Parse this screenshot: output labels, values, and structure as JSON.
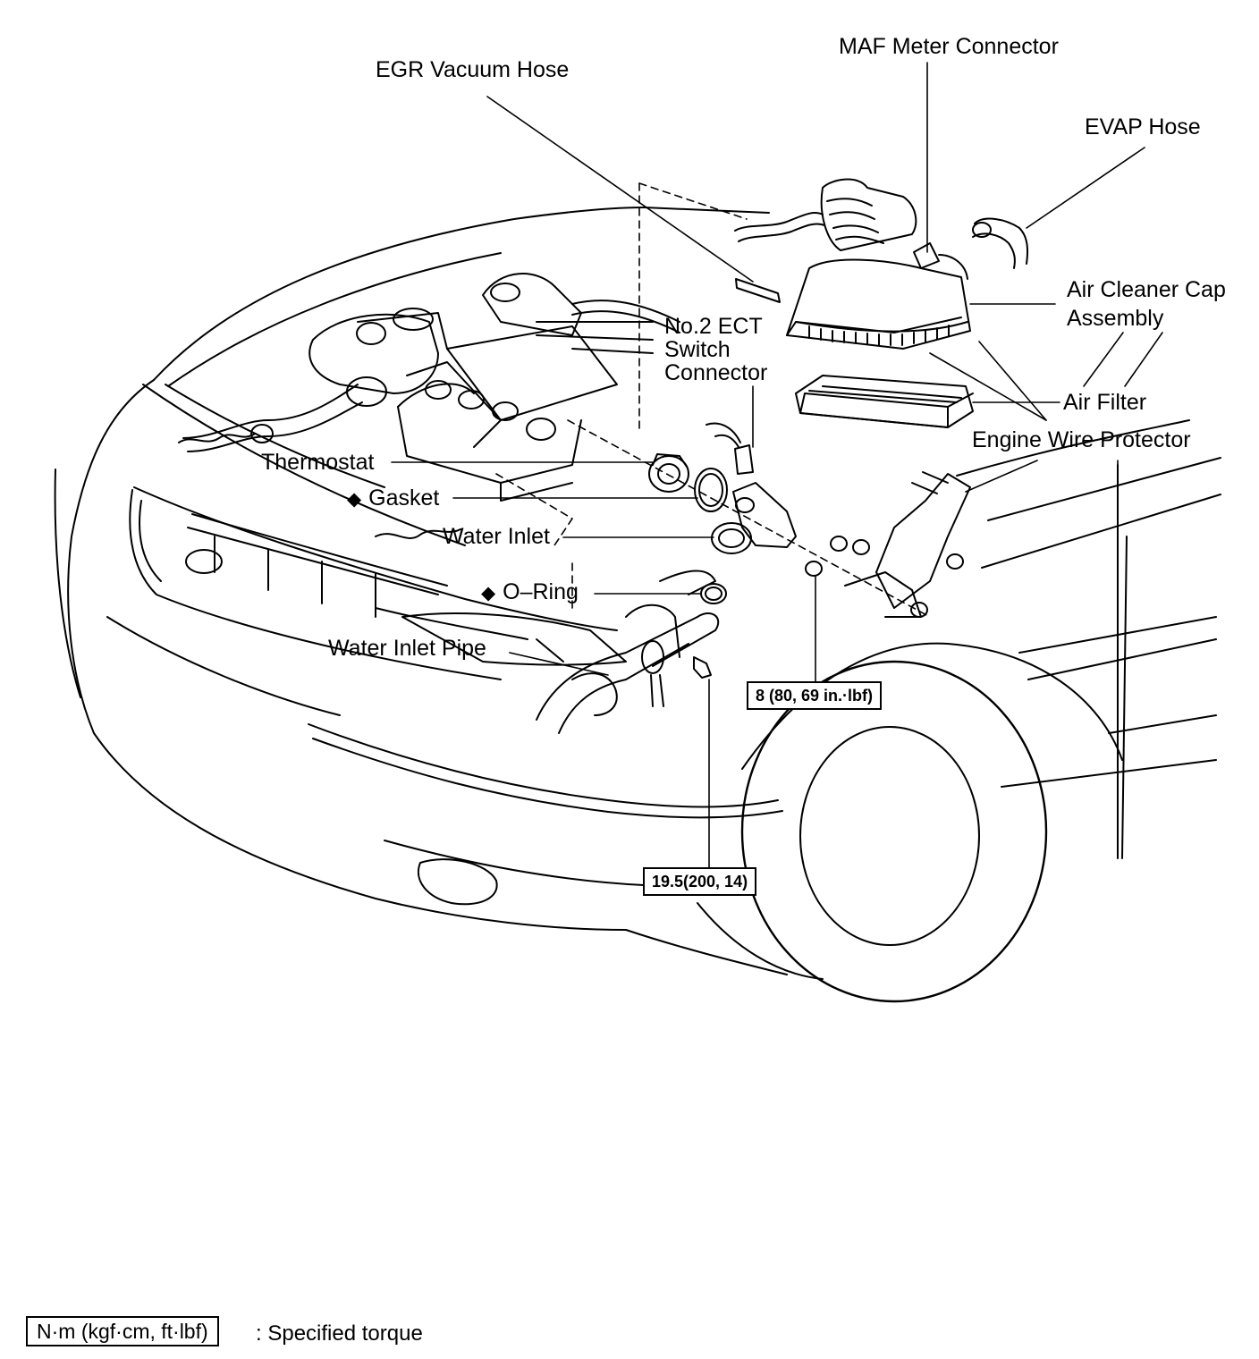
{
  "labels": {
    "egr_vacuum_hose": "EGR Vacuum Hose",
    "maf_meter_connector": "MAF Meter Connector",
    "evap_hose": "EVAP Hose",
    "air_cleaner_cap_assembly": "Air Cleaner Cap\nAssembly",
    "no2_ect_switch_connector": "No.2 ECT\nSwitch\nConnector",
    "air_filter": "Air Filter",
    "engine_wire_protector": "Engine Wire Protector",
    "thermostat": "Thermostat",
    "gasket": "Gasket",
    "water_inlet": "Water Inlet",
    "o_ring": "O–Ring",
    "water_inlet_pipe": "Water Inlet Pipe"
  },
  "markers": {
    "non_reusable_symbol": "◆"
  },
  "torques": {
    "nut_torque": "8 (80, 69 in.·lbf)",
    "bolt_torque": "19.5(200, 14)"
  },
  "legend": {
    "unit_box": "N·m (kgf·cm, ft·lbf)",
    "unit_text": ": Specified torque"
  }
}
